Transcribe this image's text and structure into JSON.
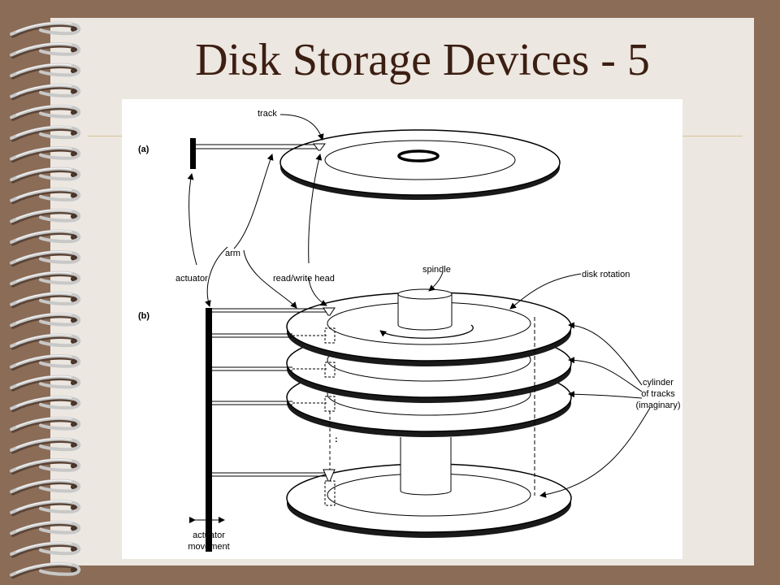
{
  "slide": {
    "title": "Disk Storage Devices - 5"
  },
  "colors": {
    "background": "#8b6c57",
    "paper": "#ece7e0",
    "title": "#3c1e12",
    "rule": "#d9c59a",
    "spiral": "#c8c8c8"
  },
  "figure": {
    "panel_a": "(a)",
    "panel_b": "(b)",
    "labels": {
      "track": "track",
      "arm": "arm",
      "actuator": "actuator",
      "read_write_head": "read/write head",
      "spindle": "spindle",
      "disk_rotation": "disk rotation",
      "cylinder_line1": "cylinder",
      "cylinder_line2": "of tracks",
      "cylinder_line3": "(imaginary)",
      "movement_line1": "actuator",
      "movement_line2": "movement"
    }
  }
}
